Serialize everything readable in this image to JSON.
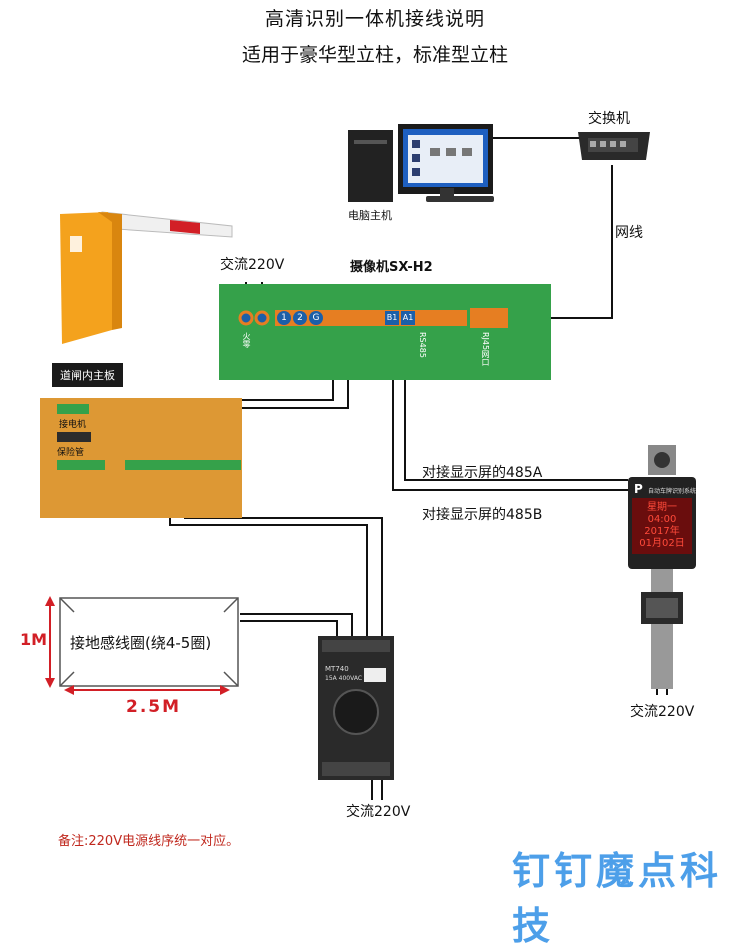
{
  "title": "高清识别一体机接线说明",
  "subtitle": "适用于豪华型立柱，标准型立柱",
  "switch_label": "交换机",
  "computer_label": "电脑主机",
  "network_cable_label": "网线",
  "ac_top_label": "交流220V",
  "camera_label": "摄像机SX-H2",
  "barrier_board_label": "道闸内主板",
  "board_labels": {
    "motor": "接电机",
    "fuse": "保险管"
  },
  "terminal_numbers": [
    "1",
    "2",
    "G"
  ],
  "terminal_codes": [
    "B1",
    "A1"
  ],
  "camera_sublabels": {
    "power": "火零",
    "rs485": "RS485",
    "ethernet": "RJ45网口"
  },
  "display_485a_label": "对接显示屏的485A",
  "display_485b_label": "对接显示屏的485B",
  "loop_label": "接地感线圈(绕4-5圈)",
  "dim_height": "1M",
  "dim_width": "2.5M",
  "relay_model": "MT740",
  "relay_spec": "15A 400VAC",
  "display_screen": {
    "p": "P",
    "header": "自动车牌识别系统",
    "line1": "星期一",
    "line2": "04:00",
    "line3": "2017年",
    "line4": "01月02日"
  },
  "ac_right_label": "交流220V",
  "ac_bottom_label": "交流220V",
  "note": "备注:220V电源线序统一对应。",
  "watermark": "钉钉魔点科技",
  "colors": {
    "green_board": "#35a14a",
    "orange_board": "#dd9834",
    "terminal_blue": "#1c5fa8",
    "terminal_orange": "#e67e22",
    "dimension_red": "#d21f26",
    "wire": "#111111"
  }
}
